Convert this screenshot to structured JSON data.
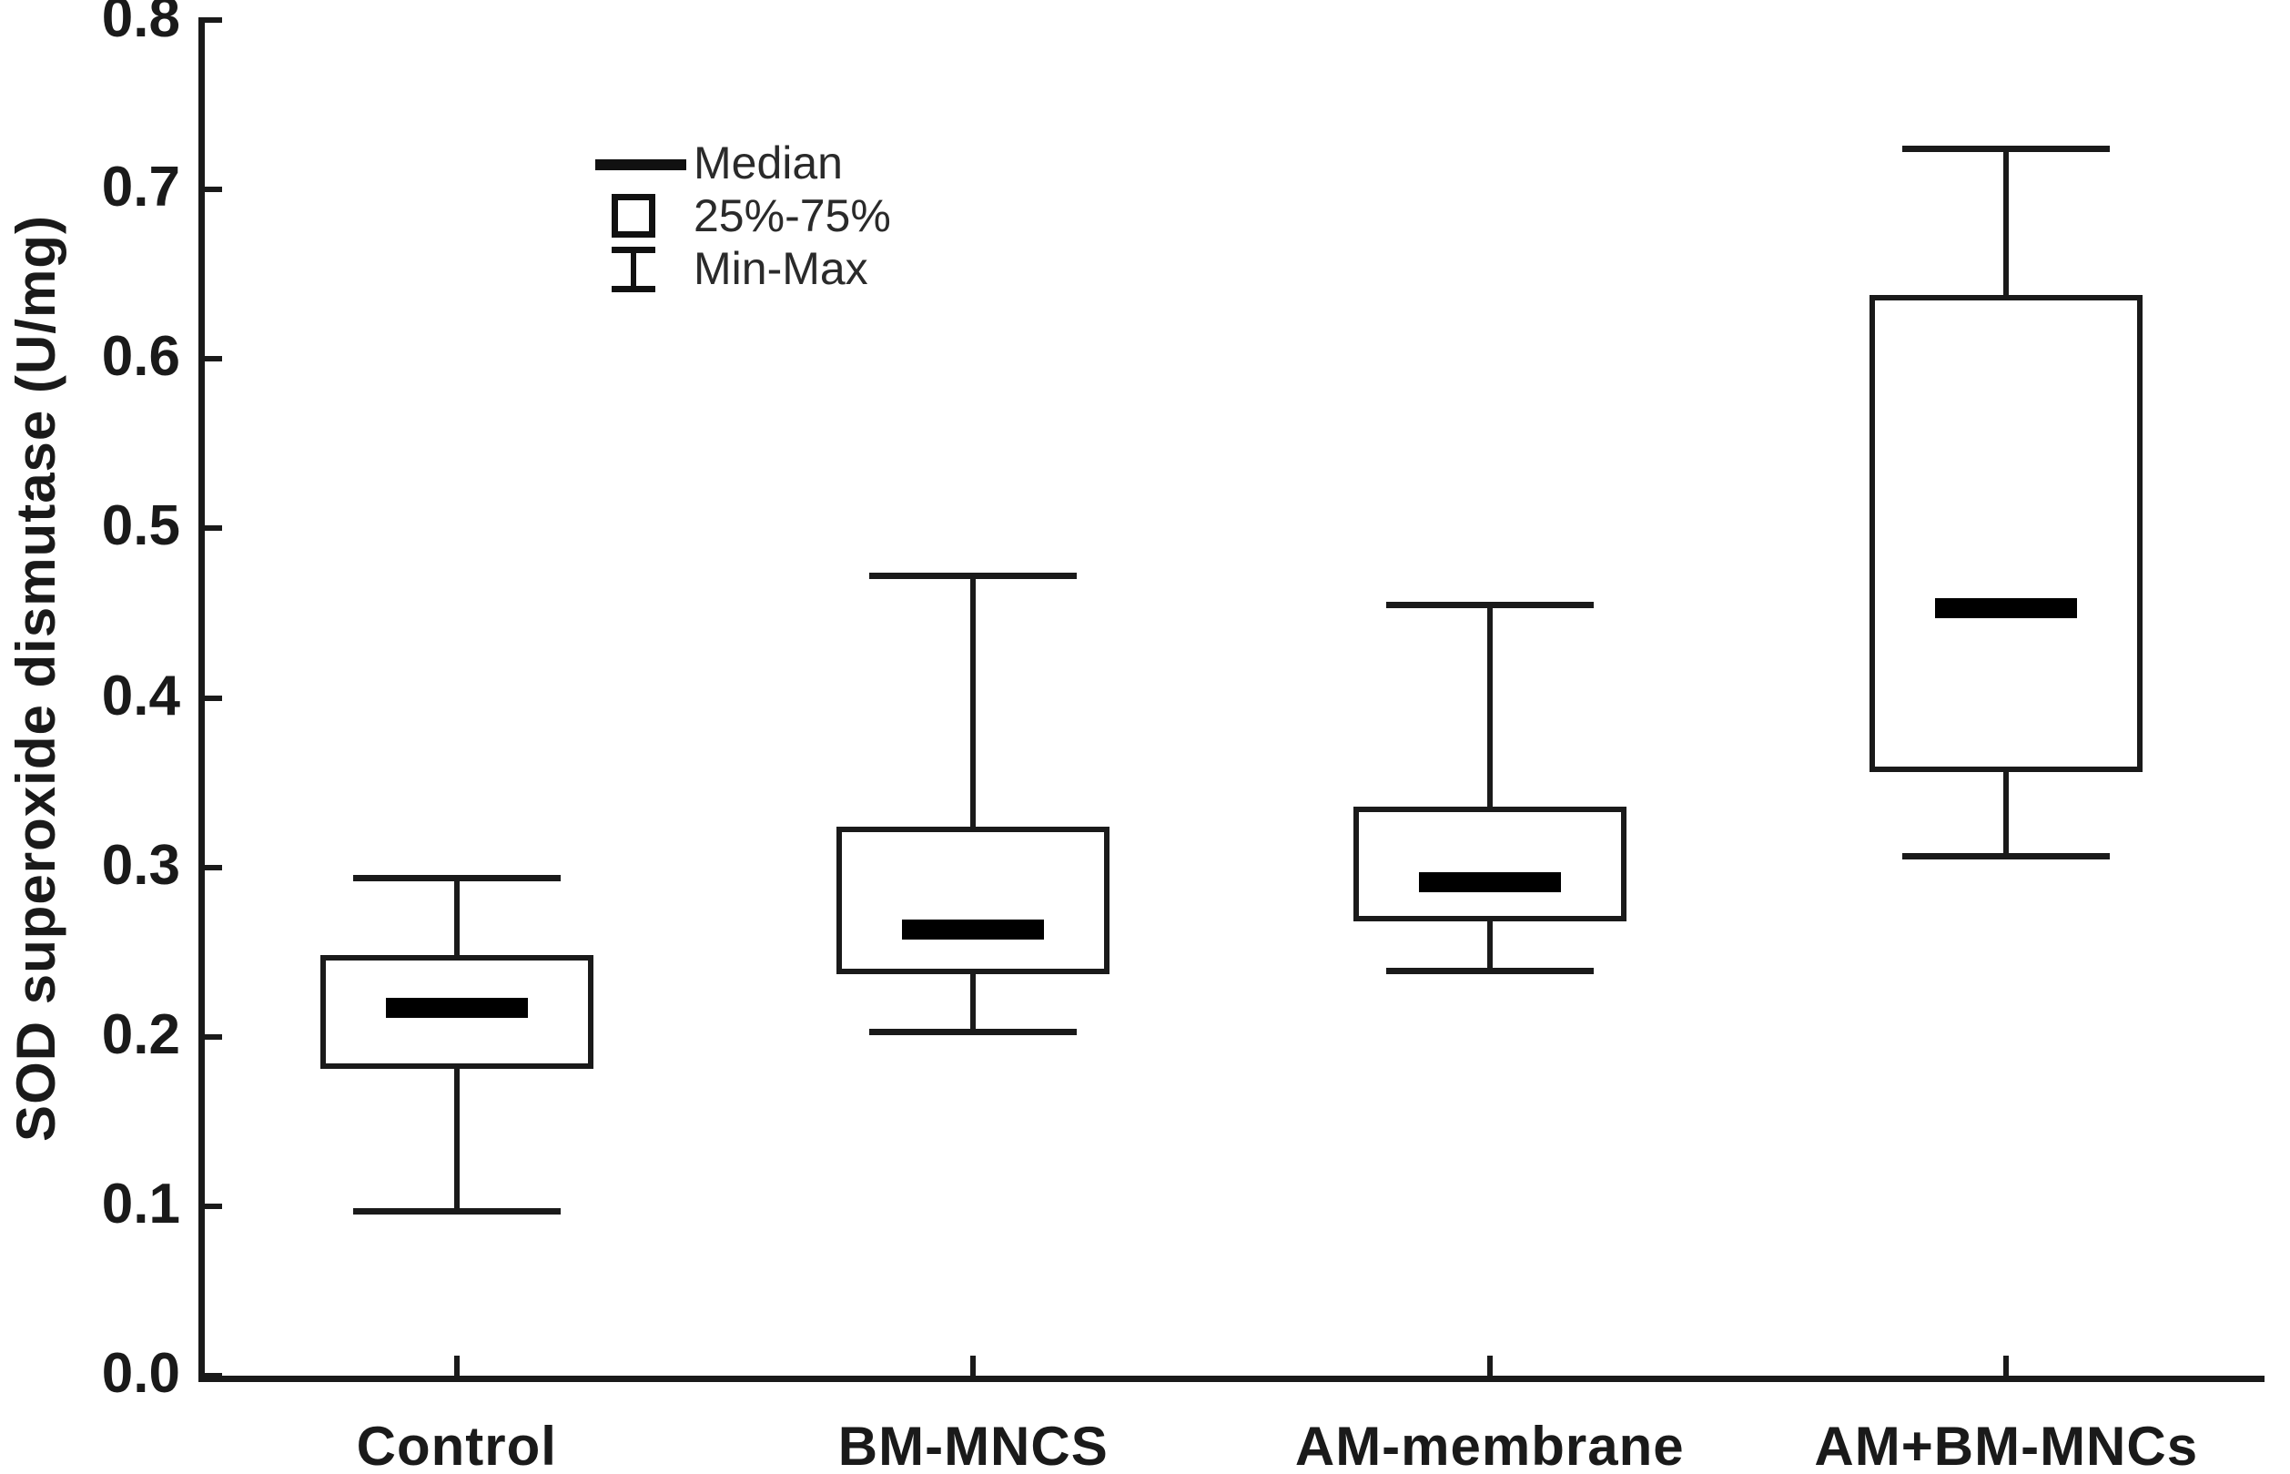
{
  "chart_data": {
    "type": "box",
    "title": "",
    "xlabel": "",
    "ylabel": "SOD superoxide dismutase (U/mg)",
    "ylim": [
      0.0,
      0.8
    ],
    "ytick_labels": [
      "0.8",
      "0.7",
      "0.6",
      "0.5",
      "0.4",
      "0.3",
      "0.2",
      "0.1",
      "0.0"
    ],
    "ytick_values": [
      0.8,
      0.7,
      0.6,
      0.5,
      0.4,
      0.3,
      0.2,
      0.1,
      0.0
    ],
    "grid": false,
    "legend_position": "upper-left-inside",
    "categories": [
      "Control",
      "BM-MNCS",
      "AM-membrane",
      "AM+BM-MNCs"
    ],
    "boxes": [
      {
        "category": "Control",
        "min": 0.097,
        "q1": 0.181,
        "median": 0.217,
        "q3": 0.248,
        "max": 0.294
      },
      {
        "category": "BM-MNCS",
        "min": 0.203,
        "q1": 0.237,
        "median": 0.263,
        "q3": 0.324,
        "max": 0.472
      },
      {
        "category": "AM-membrane",
        "min": 0.239,
        "q1": 0.268,
        "median": 0.291,
        "q3": 0.336,
        "max": 0.455
      },
      {
        "category": "AM+BM-MNCs",
        "min": 0.307,
        "q1": 0.356,
        "median": 0.453,
        "q3": 0.638,
        "max": 0.724
      }
    ],
    "legend": [
      {
        "key": "median-line",
        "label": "Median"
      },
      {
        "key": "box-range",
        "label": "25%-75%"
      },
      {
        "key": "minmax-whisker",
        "label": "Min-Max"
      }
    ],
    "colors": {
      "line": "#1a1a1a",
      "median": "#000000",
      "box_fill": "#ffffff",
      "background": "#ffffff",
      "text": "#1a1a1a"
    }
  }
}
